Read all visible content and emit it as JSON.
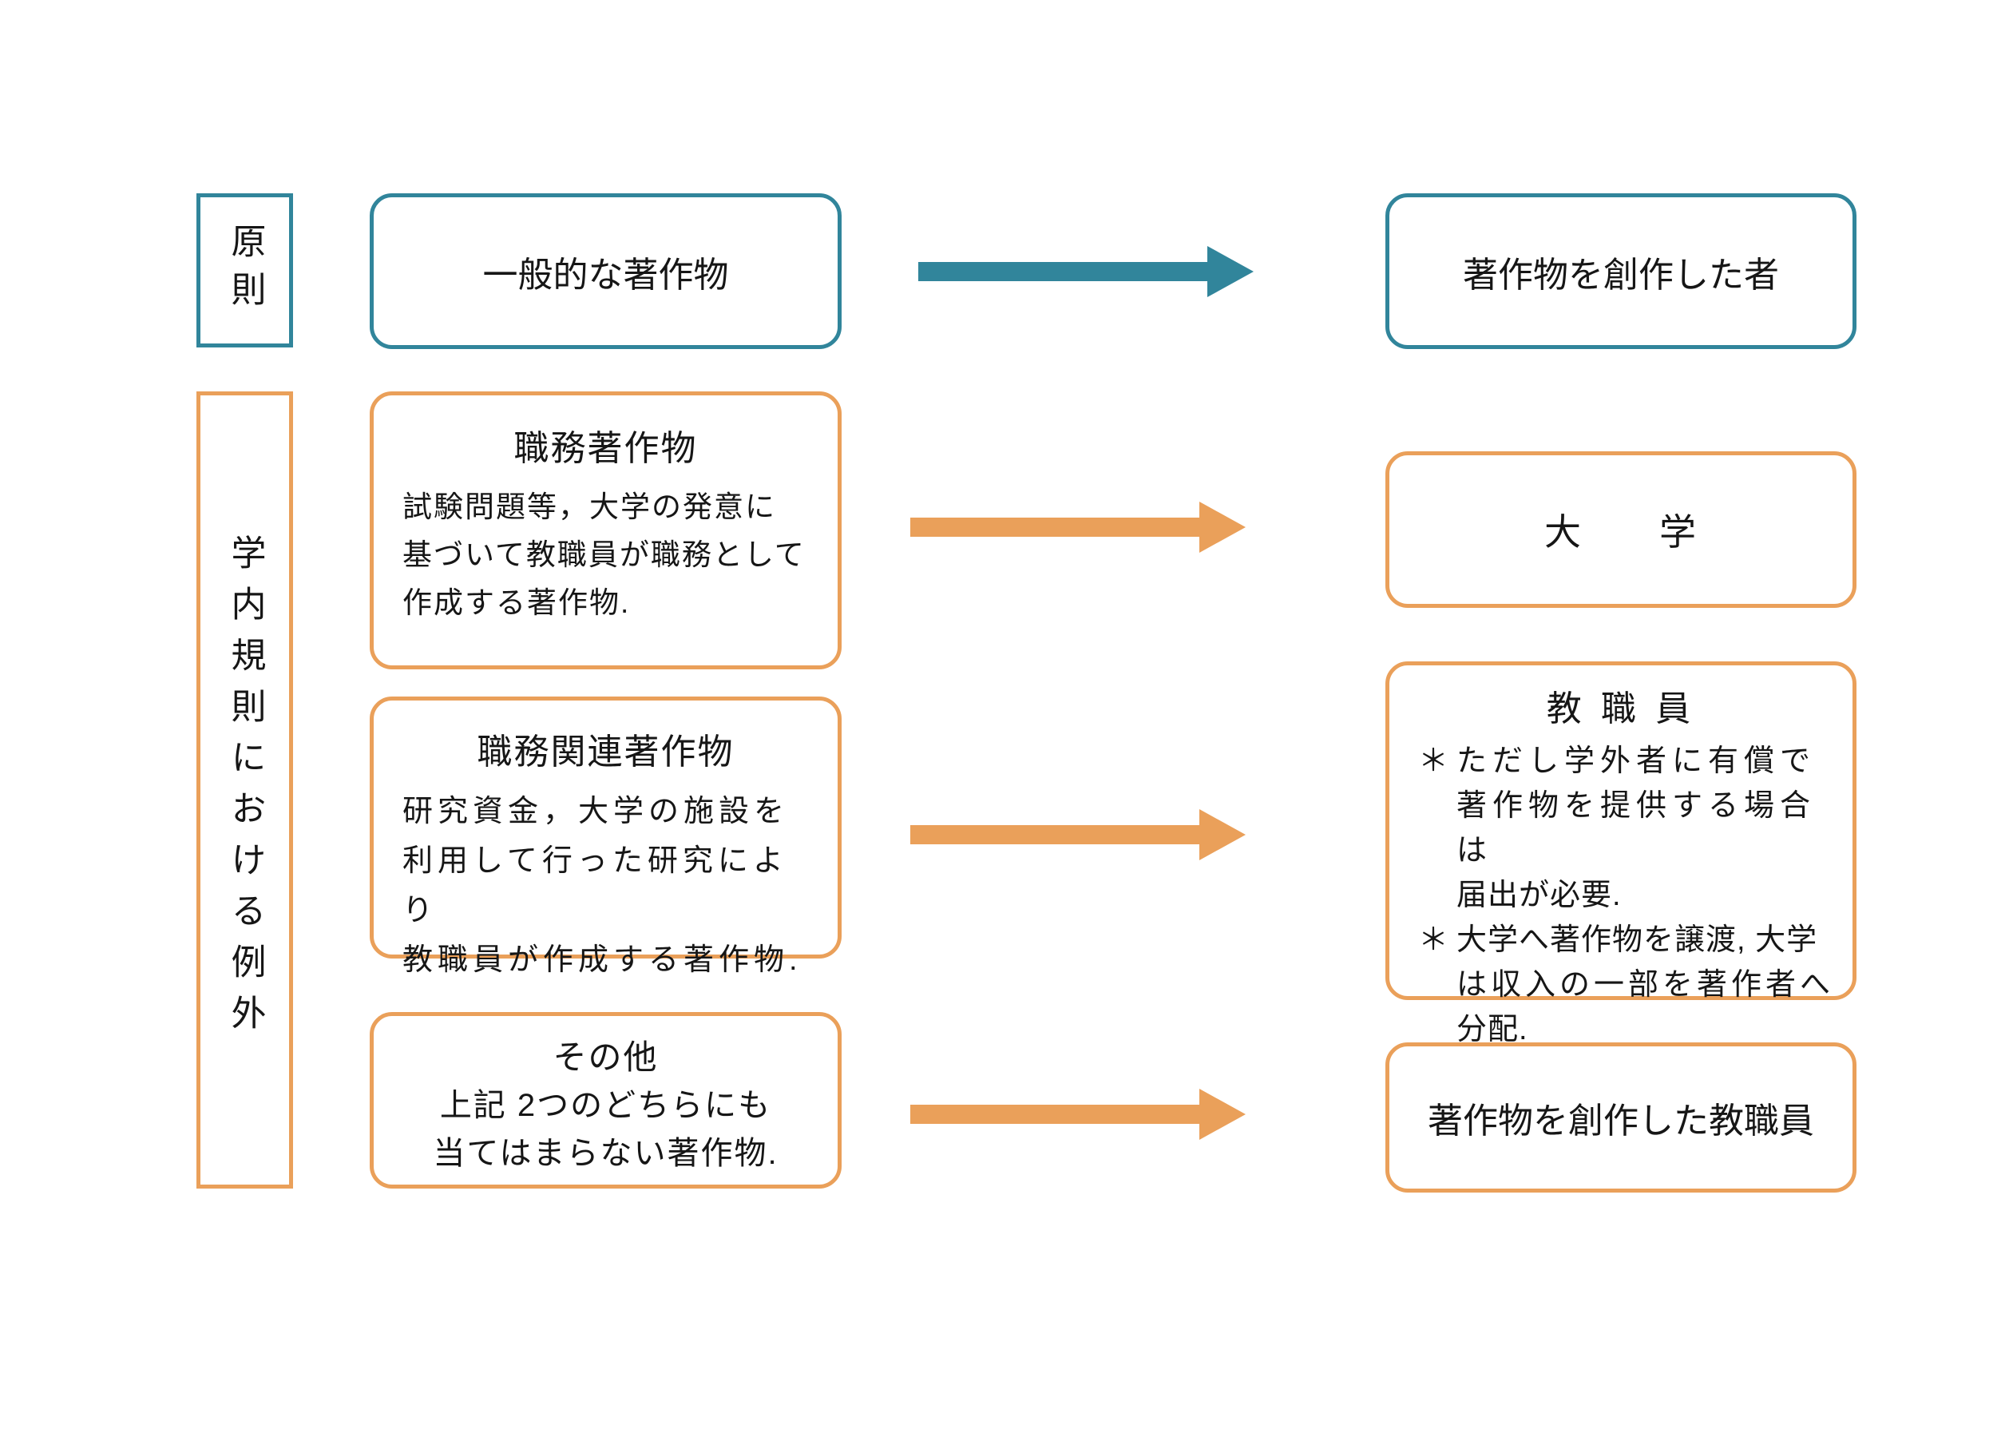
{
  "colors": {
    "teal": "#31859B",
    "orange": "#EAA05A"
  },
  "principle": {
    "row_label": "原則",
    "source_box": "一般的な著作物",
    "target_box": "著作物を創作した者"
  },
  "exceptions": {
    "section_label": "学内規則における例外",
    "rows": [
      {
        "title": "職務著作物",
        "body_lines": [
          "試験問題等，大学の発意に",
          "基づいて教職員が職務として",
          "作成する著作物."
        ],
        "target_title": "大　　学"
      },
      {
        "title": "職務関連著作物",
        "body_lines": [
          "研究資金，大学の施設を",
          "利用して行った研究により",
          "教職員が作成する著作物."
        ],
        "target_title": "教 職 員",
        "target_notes": [
          {
            "marker": "＊",
            "lines": [
              "ただし学外者に有償で",
              "著作物を提供する場合は",
              "届出が必要."
            ]
          },
          {
            "marker": "＊",
            "lines": [
              "大学へ著作物を譲渡, 大学",
              "は収入の一部を著作者へ",
              "分配."
            ]
          }
        ]
      },
      {
        "title": "その他",
        "body_lines": [
          "上記 2つのどちらにも",
          "当てはまらない著作物."
        ],
        "target_title": "著作物を創作した教職員"
      }
    ]
  }
}
